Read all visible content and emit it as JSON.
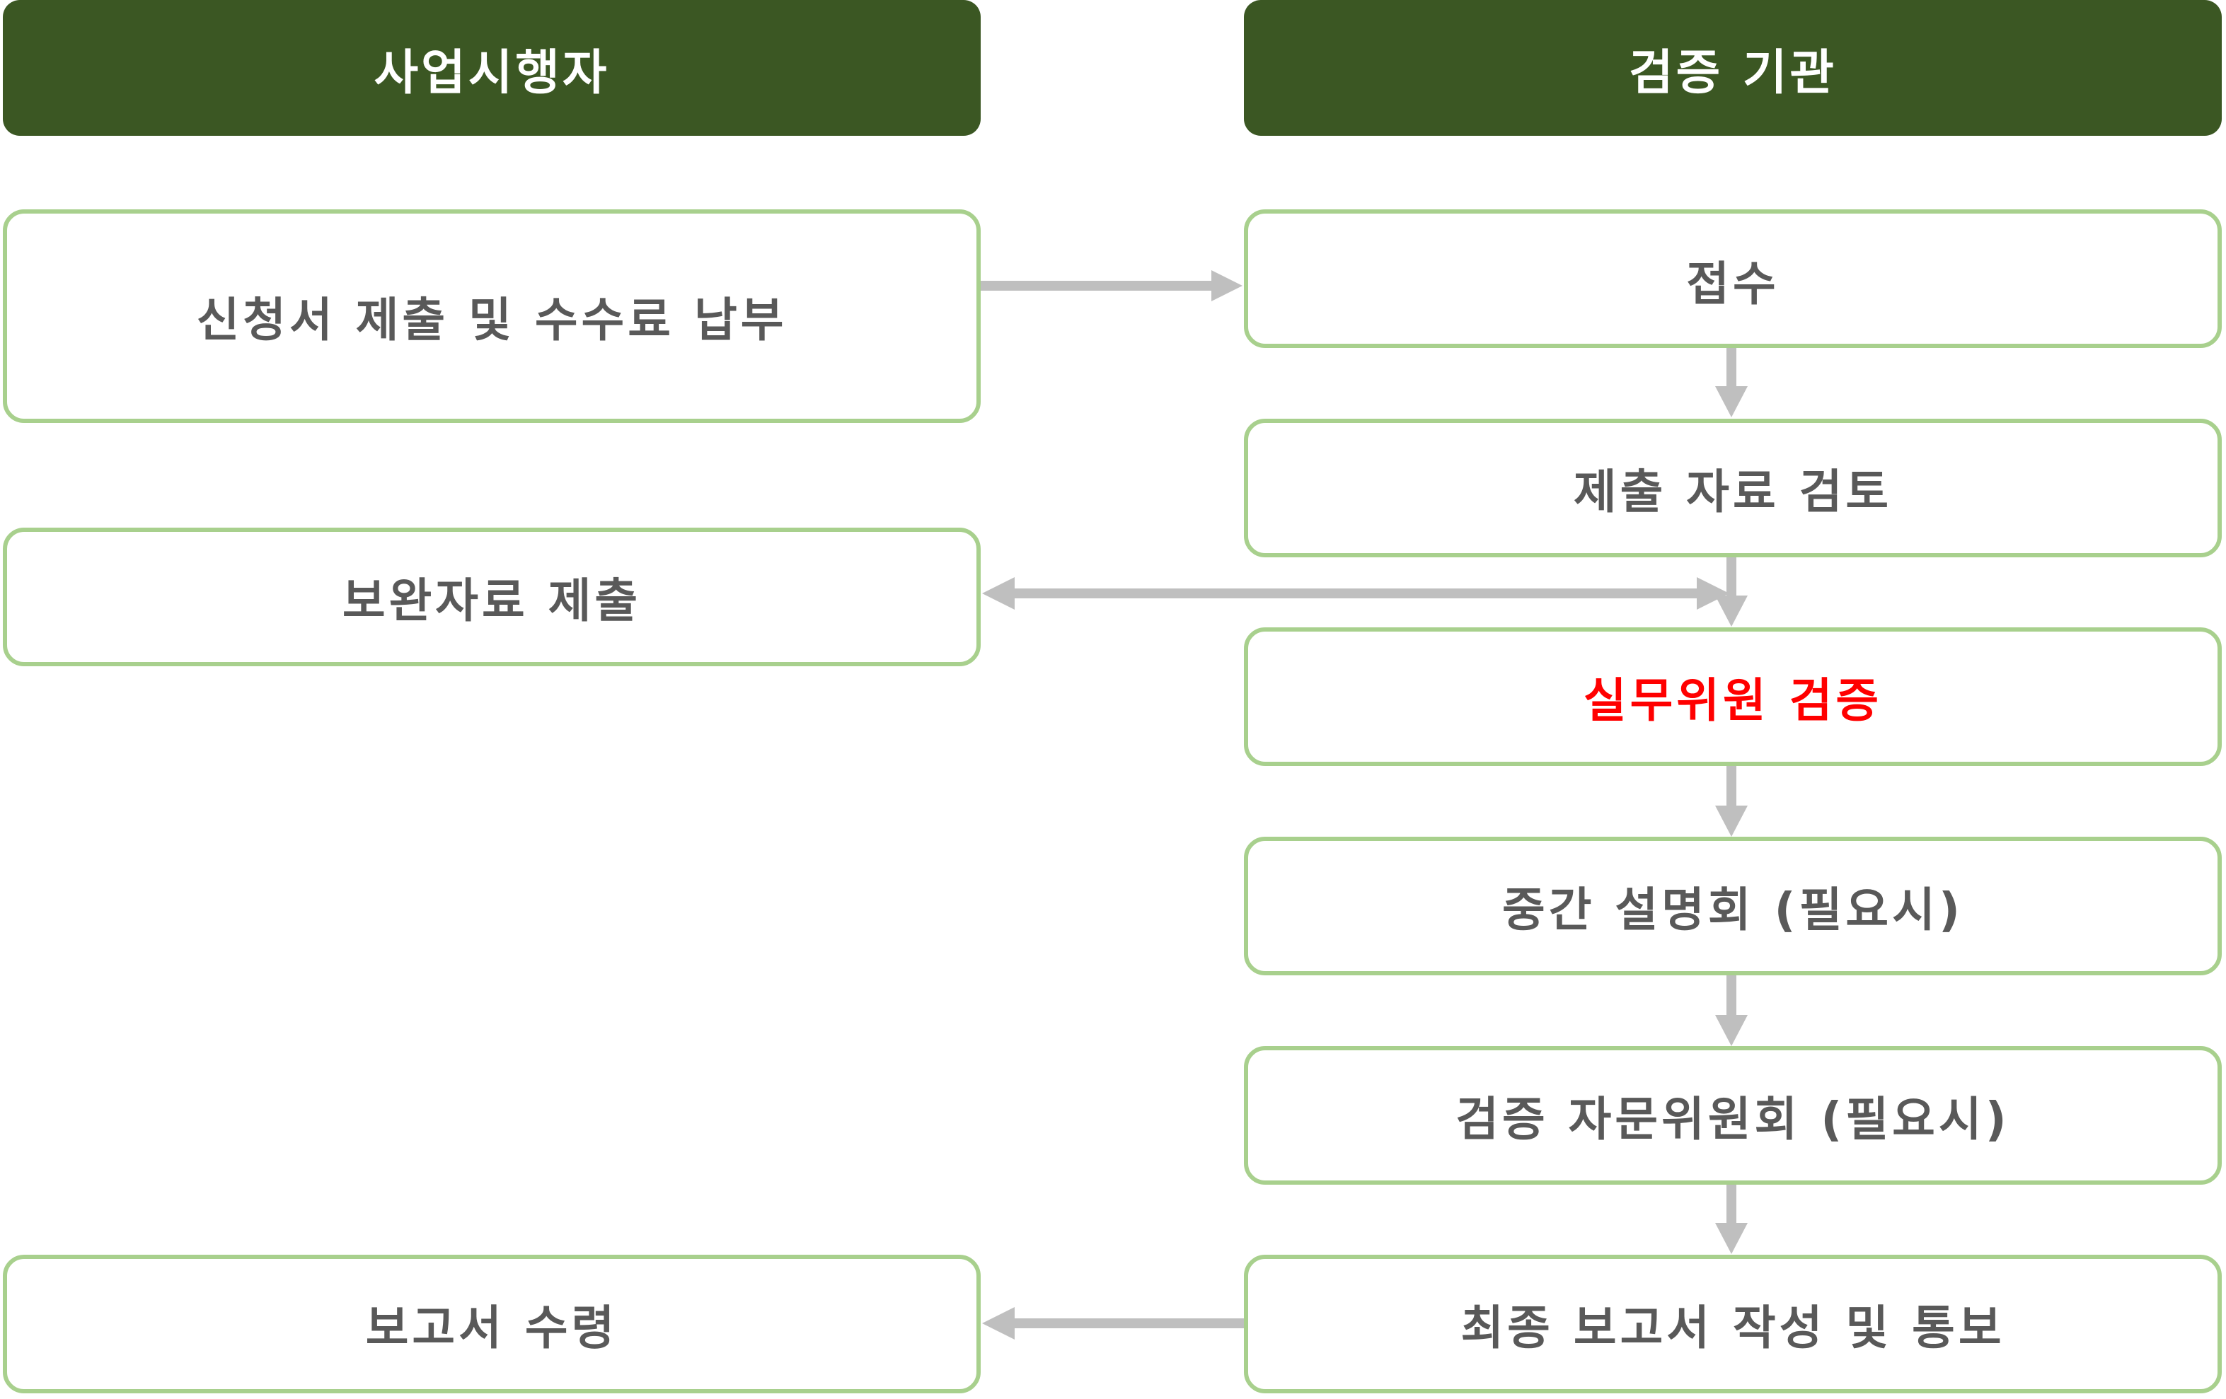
{
  "headers": {
    "left": "사업시행자",
    "right": "검증 기관"
  },
  "left_steps": {
    "application": "신청서 제출 및 수수료 납부",
    "supplement": "보완자료 제출",
    "receive_report": "보고서 수령"
  },
  "right_steps": {
    "receipt": "접수",
    "review": "제출 자료 검토",
    "working_verification": "실무위원 검증",
    "interim_briefing": "중간 설명회 (필요시)",
    "advisory_committee": "검증 자문위원회 (필요시)",
    "final_report": "최종 보고서 작성 및 통보"
  },
  "colors": {
    "header_bg": "#3b5723",
    "box_border": "#a8d08d",
    "text": "#595959",
    "highlight": "#ff0000",
    "arrow": "#bfbfbf"
  }
}
